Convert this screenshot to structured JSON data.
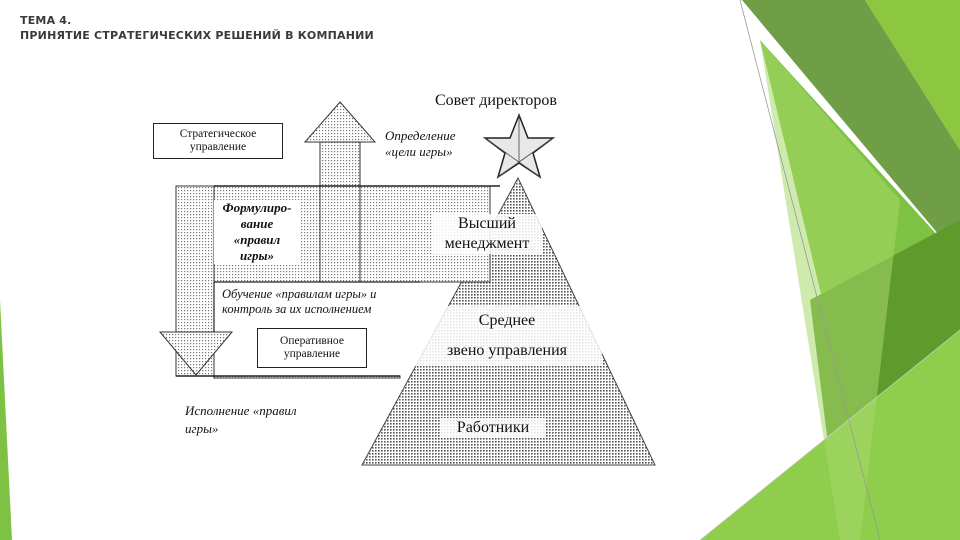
{
  "slide": {
    "title_line1": "ТЕМА 4.",
    "title_line2": "ПРИНЯТИЕ СТРАТЕГИЧЕСКИХ РЕШЕНИЙ В КОМПАНИИ"
  },
  "diagram": {
    "board": "Совет директоров",
    "goal_definition_1": "Определение",
    "goal_definition_2": "«цели игры»",
    "strategic_mgmt_1": "Стратегическое",
    "strategic_mgmt_2": "управление",
    "rules_form_1": "Формулиро-",
    "rules_form_2": "вание",
    "rules_form_3": "«правил",
    "rules_form_4": "игры»",
    "training_1": "Обучение «правилам игры» и",
    "training_2": "контроль за их исполнением",
    "operational_1": "Оперативное",
    "operational_2": "управление",
    "execution_1": "Исполнение «правил",
    "execution_2": "игры»",
    "top_mgmt_1": "Высший",
    "top_mgmt_2": "менеджмент",
    "middle_1": "Среднее",
    "middle_2": "звено управления",
    "workers": "Работники"
  },
  "colors": {
    "accent_green": "#7dc242",
    "dark_green": "#5a9a2a",
    "light_green": "#a8d86a"
  }
}
